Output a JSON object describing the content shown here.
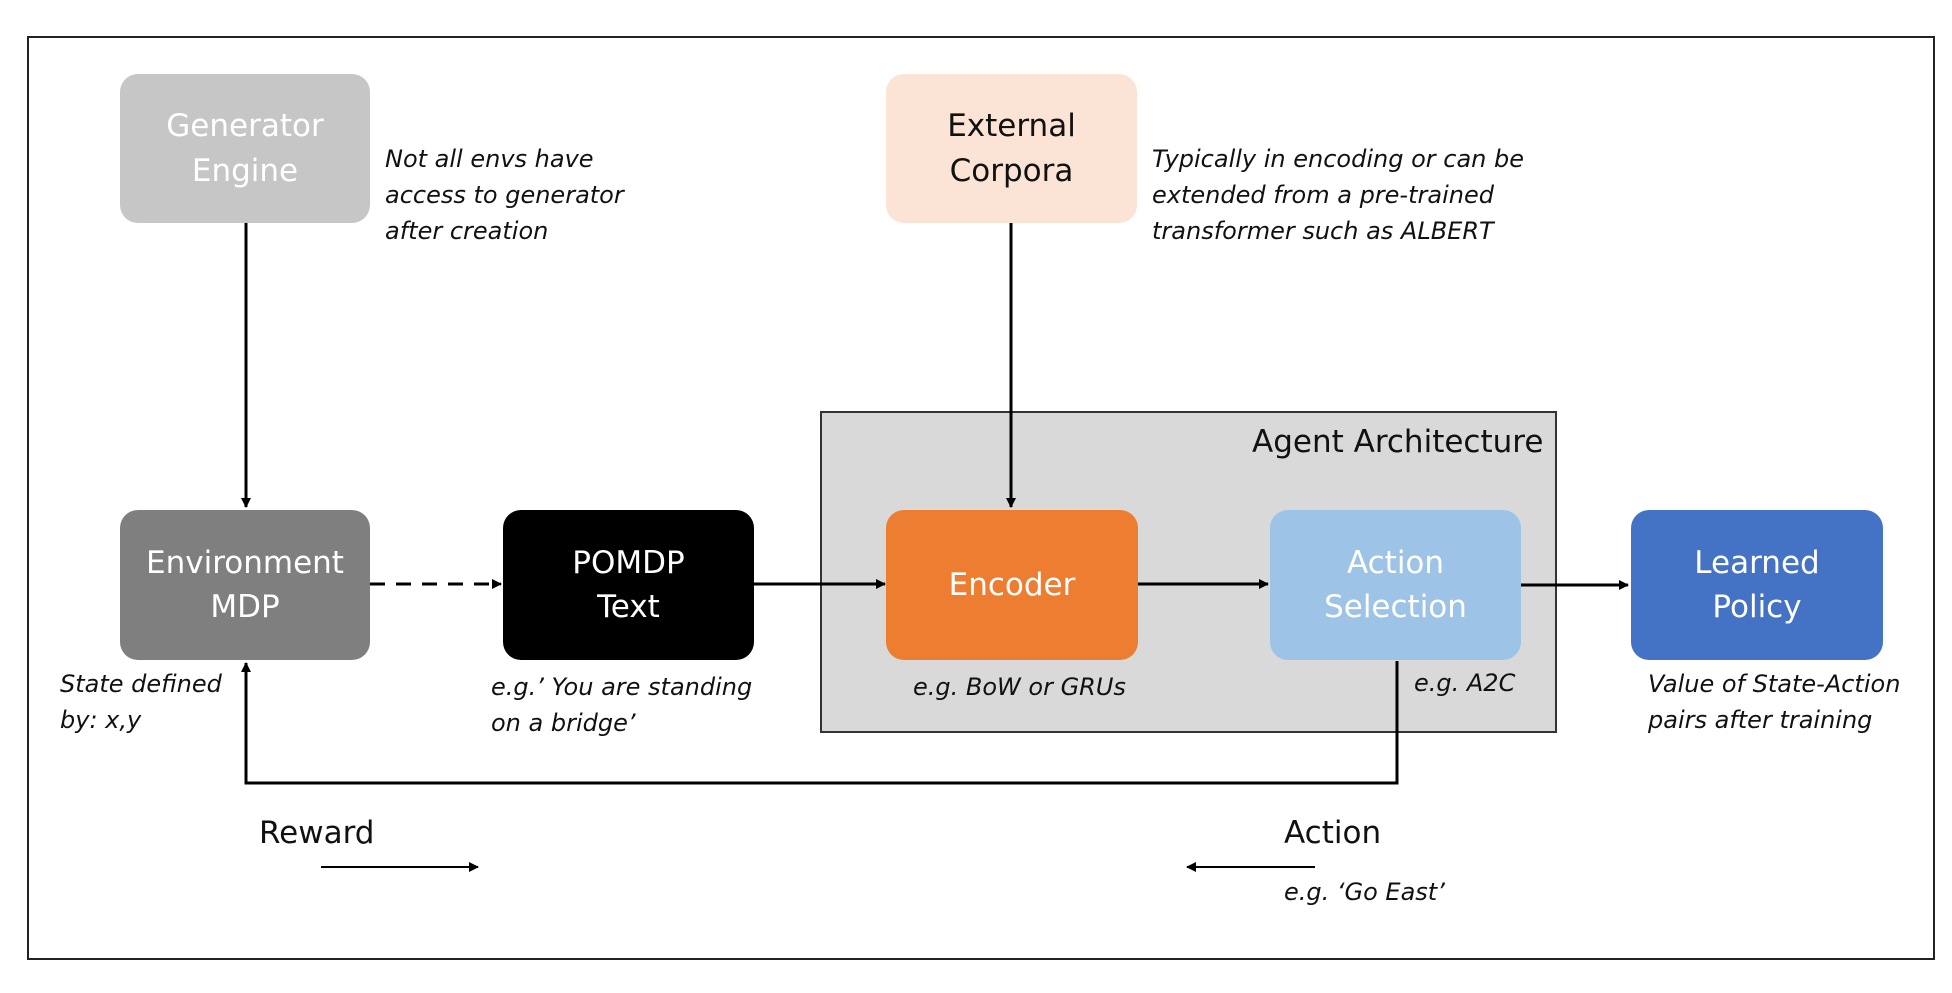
{
  "diagram": {
    "nodes": {
      "generator": {
        "label": "Generator\nEngine",
        "fill": "#c6c6c6",
        "text_color": "#ffffff"
      },
      "corpora": {
        "label": "External\nCorpora",
        "fill": "#fbe4d5",
        "text_color": "#111111"
      },
      "environment": {
        "label": "Environment\nMDP",
        "fill": "#7f7f7f",
        "text_color": "#ffffff"
      },
      "pomdp": {
        "label": "POMDP\nText",
        "fill": "#000000",
        "text_color": "#ffffff"
      },
      "encoder": {
        "label": "Encoder",
        "fill": "#ed7d31",
        "text_color": "#ffffff"
      },
      "action_selection": {
        "label": "Action\nSelection",
        "fill": "#9dc3e6",
        "text_color": "#ffffff"
      },
      "learned_policy": {
        "label": "Learned\nPolicy",
        "fill": "#4472c4",
        "text_color": "#ffffff"
      }
    },
    "agent_architecture": {
      "title": "Agent Architecture",
      "fill": "#d9d9d9"
    },
    "notes": {
      "generator": "Not all envs have\naccess to generator\nafter creation",
      "corpora": "Typically in encoding or can be\nextended from a pre-trained\ntransformer such as ALBERT",
      "environment": "State defined\nby: x,y",
      "pomdp": "e.g.’ You are standing\non a bridge’",
      "encoder": "e.g. BoW or GRUs",
      "action_selection": "e.g. A2C",
      "learned_policy": "Value of State-Action\npairs after training"
    },
    "legend": {
      "reward_label": "Reward",
      "action_label": "Action",
      "action_example": "e.g. ‘Go East’"
    },
    "edges": [
      {
        "from": "generator",
        "to": "environment",
        "style": "solid"
      },
      {
        "from": "environment",
        "to": "pomdp",
        "style": "dashed"
      },
      {
        "from": "pomdp",
        "to": "encoder",
        "style": "solid"
      },
      {
        "from": "corpora",
        "to": "encoder",
        "style": "solid"
      },
      {
        "from": "encoder",
        "to": "action_selection",
        "style": "solid"
      },
      {
        "from": "action_selection",
        "to": "learned_policy",
        "style": "solid"
      },
      {
        "from": "action_selection",
        "to": "environment",
        "style": "solid"
      }
    ]
  }
}
